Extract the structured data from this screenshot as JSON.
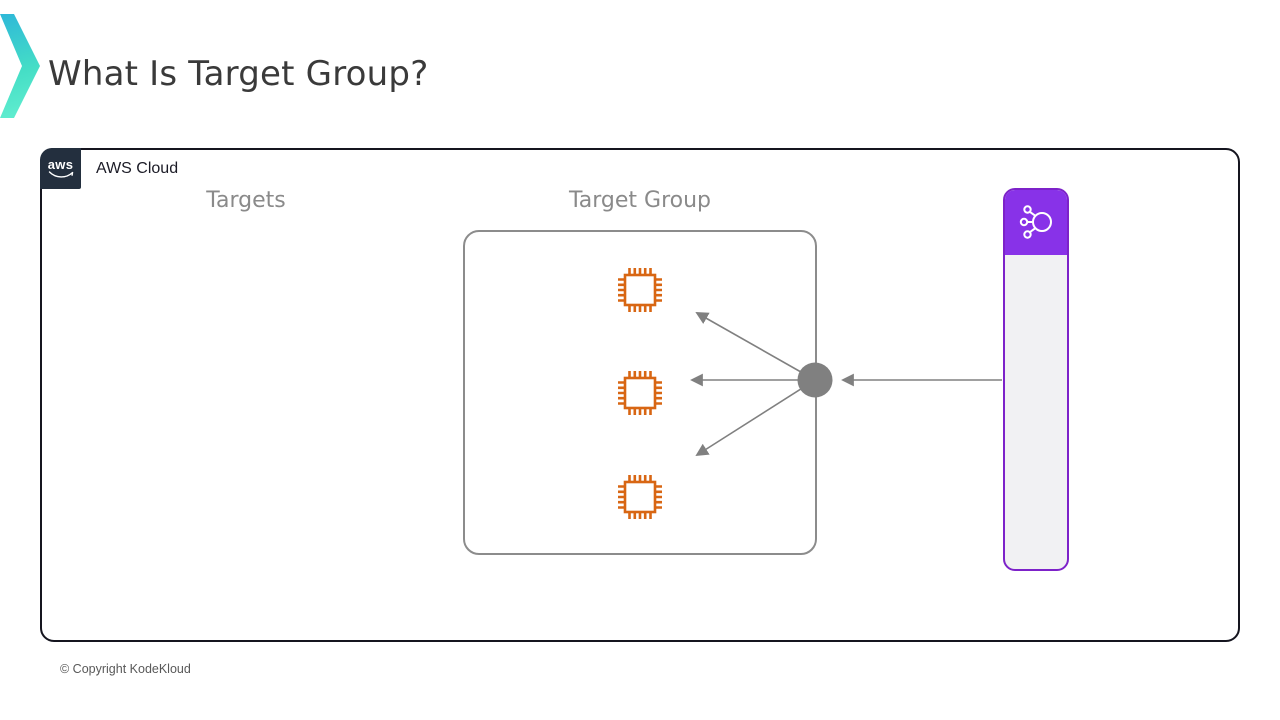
{
  "slide": {
    "title": "What Is Target Group?",
    "copyright": "© Copyright KodeKloud"
  },
  "aws_cloud": {
    "logo_text": "aws",
    "label": "AWS Cloud"
  },
  "diagram": {
    "targets_label": "Targets",
    "target_group_label": "Target Group",
    "target_count": 3,
    "icons": [
      "ec2-instance-icon",
      "ec2-instance-icon",
      "ec2-instance-icon",
      "elastic-load-balancer-icon"
    ],
    "arrows": "load balancer routes via a central node to three targets inside the target group"
  },
  "colors": {
    "chip_orange": "#d86613",
    "elb_purple": "#8832e8",
    "elb_border_purple": "#7d22c9",
    "elb_body_gray": "#f1f1f3",
    "arrow_gray": "#808080",
    "label_gray": "#8a8a8a",
    "aws_navy": "#232f3e",
    "box_border_dark": "#15151f",
    "accent_teal_start": "#2eb8d8",
    "accent_teal_end": "#63efd0",
    "title_text": "#3a3a3a"
  }
}
